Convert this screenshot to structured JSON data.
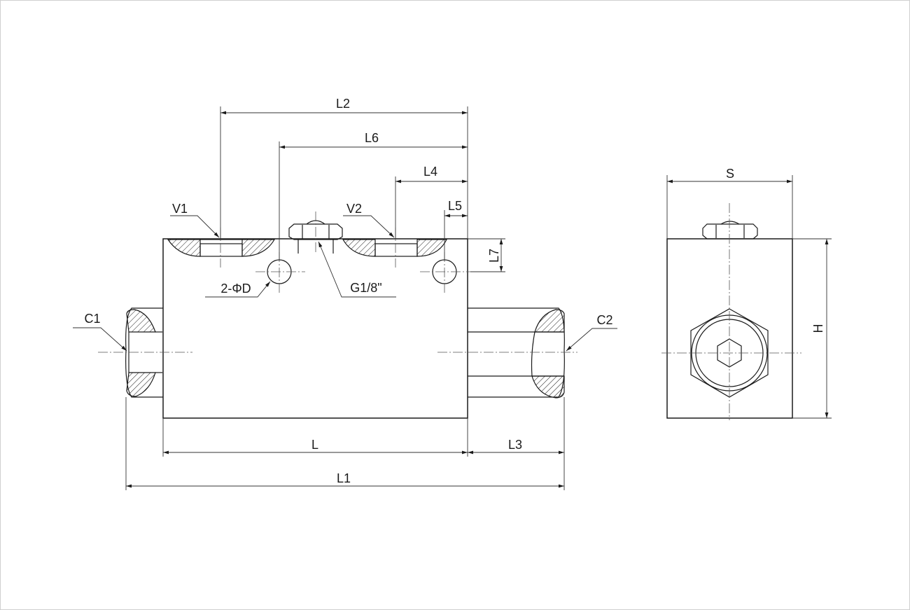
{
  "labels": {
    "L2": "L2",
    "L6": "L6",
    "L4": "L4",
    "L5": "L5",
    "L7": "L7",
    "V1": "V1",
    "V2": "V2",
    "D": "2-ΦD",
    "G": "G1/8\"",
    "C1": "C1",
    "C2": "C2",
    "L": "L",
    "L3": "L3",
    "L1": "L1",
    "S": "S",
    "H": "H"
  }
}
